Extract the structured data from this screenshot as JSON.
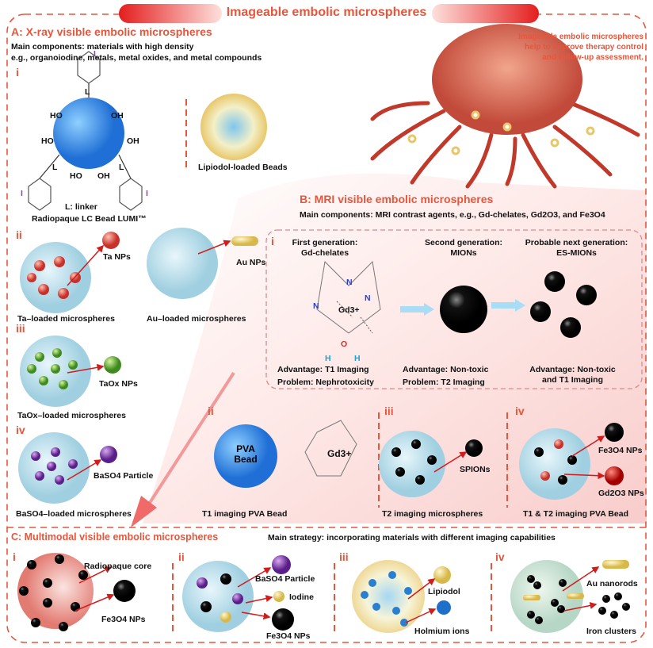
{
  "title": "Imageable embolic microspheres",
  "note": [
    "Imageable embolic microspheres",
    "help to improve therapy control",
    "and follow-up assessment."
  ],
  "A": {
    "heading": "A: X-ray visible embolic microspheres",
    "line1": "Main components: materials with high density",
    "line2": "e.g., organoiodine, metals, metal oxides, and metal compounds",
    "i": {
      "num": "i",
      "linker": "L: linker",
      "bead": "Radiopaque LC Bead LUMI™",
      "lipiodol": "Lipiodol-loaded Beads",
      "ho": "HO",
      "oh": "OH",
      "L": "L",
      "I": "I"
    },
    "ii": {
      "num": "ii",
      "ta_np": "Ta NPs",
      "ta_label": "Ta–loaded microspheres",
      "au_np": "Au NPs",
      "au_label": "Au–loaded microspheres"
    },
    "iii": {
      "num": "iii",
      "np": "TaOx NPs",
      "label": "TaOx–loaded microspheres"
    },
    "iv": {
      "num": "iv",
      "np": "BaSO4 Particle",
      "label": "BaSO4–loaded microspheres"
    }
  },
  "B": {
    "heading": "B: MRI visible embolic microspheres",
    "line1": "Main components: MRI contrast agents, e.g., Gd-chelates, Gd2O3, and Fe3O4",
    "i": {
      "num": "i",
      "gen1": [
        "First generation:",
        "Gd-chelates"
      ],
      "gen1_adv": "Advantage: T1 Imaging",
      "gen1_prob": "Problem: Nephrotoxicity",
      "gen2": [
        "Second generation:",
        "MIONs"
      ],
      "gen2_adv": "Advantage: Non-toxic",
      "gen2_prob": "Problem: T2 Imaging",
      "gen3": [
        "Probable next generation:",
        "ES-MIONs"
      ],
      "gen3_adv": [
        "Advantage: Non-toxic",
        "and T1 Imaging"
      ],
      "gd": "Gd3+",
      "N": "N",
      "O": "O",
      "H": "H"
    },
    "ii": {
      "num": "ii",
      "bead": [
        "PVA",
        "Bead"
      ],
      "label": "T1 imaging PVA Bead",
      "gd": "Gd3+"
    },
    "iii": {
      "num": "iii",
      "np": "SPIONs",
      "label": "T2 imaging microspheres"
    },
    "iv": {
      "num": "iv",
      "np1": "Fe3O4 NPs",
      "np2": "Gd2O3 NPs",
      "label": "T1 & T2 imaging PVA Bead"
    }
  },
  "C": {
    "heading": "C: Multimodal visible embolic microspheres",
    "strategy": "Main strategy: incorporating materials with different imaging capabilities",
    "i": {
      "num": "i",
      "a": "Radiopaque core",
      "b": "Fe3O4 NPs"
    },
    "ii": {
      "num": "ii",
      "a": "BaSO4 Particle",
      "b": "Iodine",
      "c": "Fe3O4 NPs"
    },
    "iii": {
      "num": "iii",
      "a": "Lipiodol",
      "b": "Holmium ions"
    },
    "iv": {
      "num": "iv",
      "a": "Au nanorods",
      "b": "Iron clusters"
    }
  },
  "colors": {
    "accent": "#e4573d",
    "blue": "#2f7fe0",
    "pink": "#fbd9d9"
  }
}
